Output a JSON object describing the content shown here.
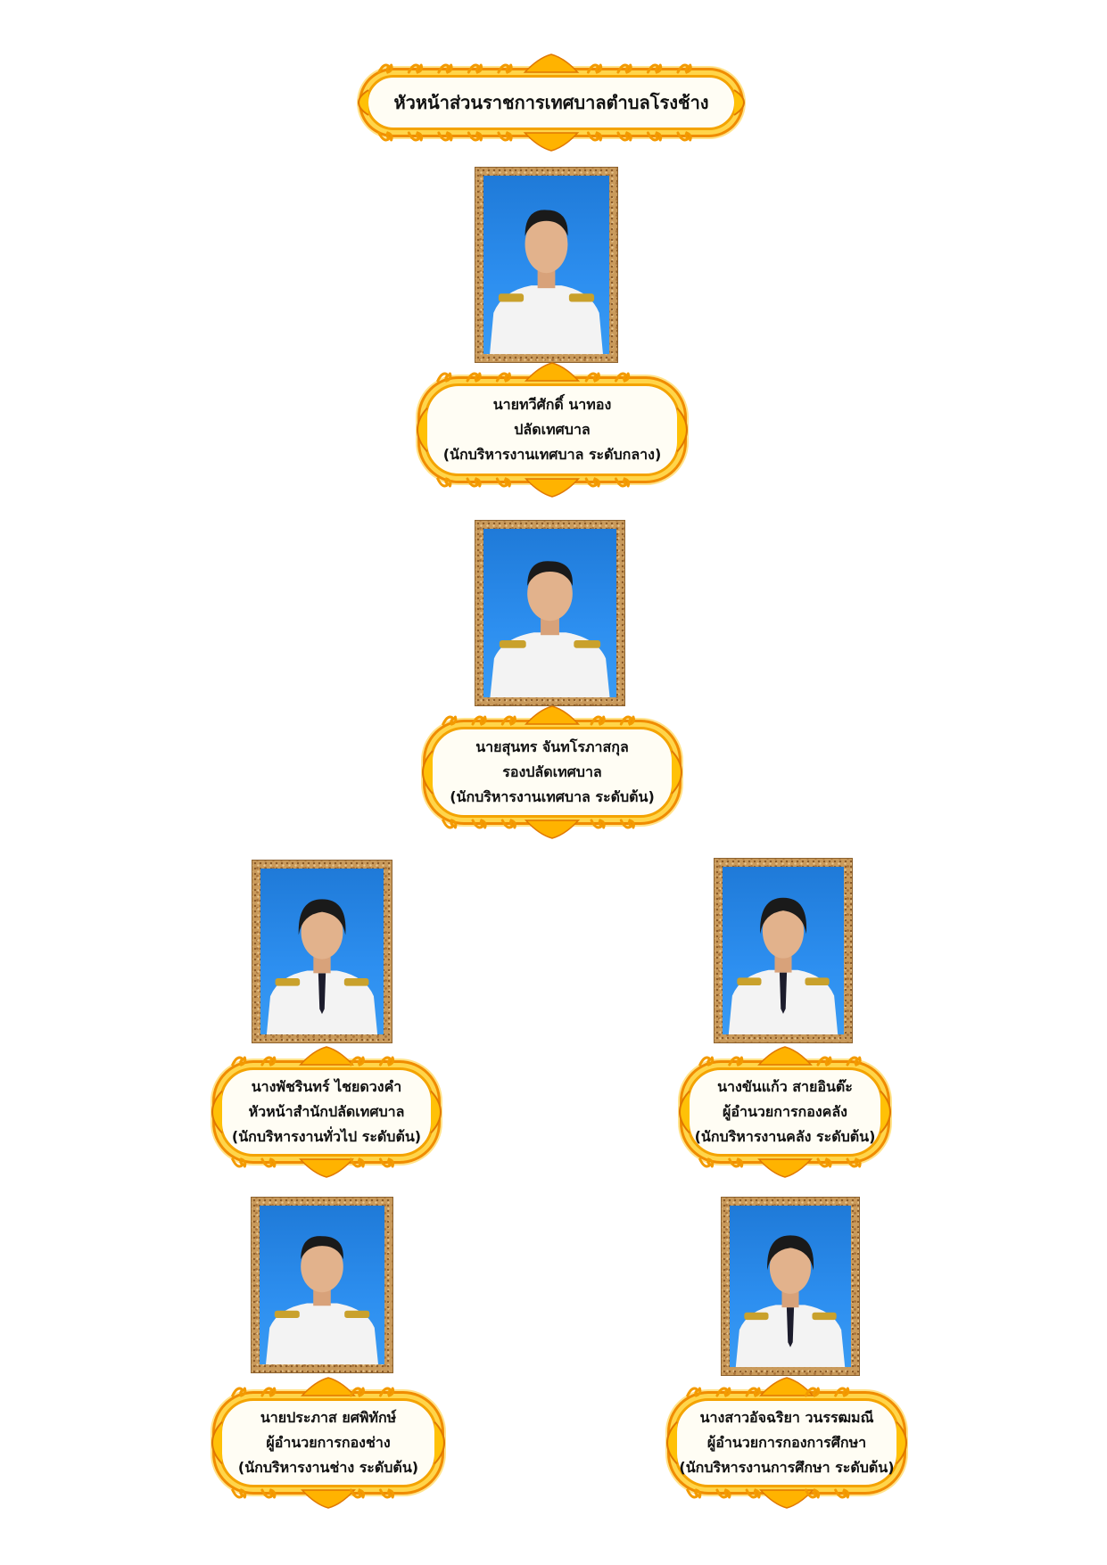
{
  "header": {
    "title": "หัวหน้าส่วนราชการเทศบาลตำบลโรงช้าง"
  },
  "officials": [
    {
      "name": "นายทวีศักดิ์  นาทอง",
      "position": "ปลัดเทศบาล",
      "level": "(นักบริหารงานเทศบาล ระดับกลาง)"
    },
    {
      "name": "นายสุนทร  จันทโรภาสกุล",
      "position": "รองปลัดเทศบาล",
      "level": "(นักบริหารงานเทศบาล ระดับต้น)"
    },
    {
      "name": "นางพัชรินทร์  ไชยดวงคำ",
      "position": "หัวหน้าสำนักปลัดเทศบาล",
      "level": "(นักบริหารงานทั่วไป ระดับต้น)"
    },
    {
      "name": "นางขันแก้ว  สายอินต๊ะ",
      "position": "ผู้อำนวยการกองคลัง",
      "level": "(นักบริหารงานคลัง ระดับต้น)"
    },
    {
      "name": "นายประภาส  ยศพิทักษ์",
      "position": "ผู้อำนวยการกองช่าง",
      "level": "(นักบริหารงานช่าง ระดับต้น)"
    },
    {
      "name": "นางสาวอัจฉริยา  วนรรฒมณี",
      "position": "ผู้อำนวยการกองการศึกษา",
      "level": "(นักบริหารงานการศึกษา ระดับต้น)"
    }
  ],
  "colors": {
    "frame_gold": "#f4a300",
    "frame_orange": "#f08c00",
    "photo_blue": "#2d8ff0",
    "uniform_white": "#f3f3f3"
  }
}
